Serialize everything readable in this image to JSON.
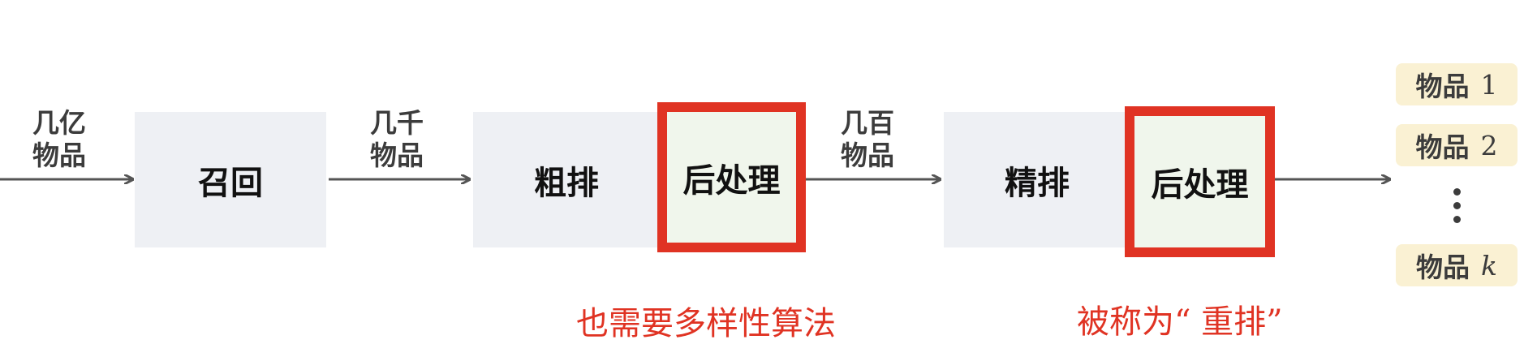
{
  "stages": {
    "recall": "召回",
    "coarse_rank": "粗排",
    "post_process_1": "后处理",
    "fine_rank": "精排",
    "post_process_2": "后处理"
  },
  "flows": {
    "input": [
      "几亿",
      "物品"
    ],
    "after_recall": [
      "几千",
      "物品"
    ],
    "after_coarse": [
      "几百",
      "物品"
    ]
  },
  "outputs": [
    {
      "label": "物品",
      "num": "1"
    },
    {
      "label": "物品",
      "num": "2"
    },
    {
      "label": "物品",
      "num": "k"
    }
  ],
  "notes": {
    "coarse_note": "也需要多样性算法",
    "fine_note": "被称为“ 重排”"
  },
  "colors": {
    "stage_bg": "#eef0f4",
    "post_bg": "#f0f6ec",
    "highlight_border": "#e03323",
    "item_bg": "#faf1d3",
    "note_text": "#e03323"
  }
}
